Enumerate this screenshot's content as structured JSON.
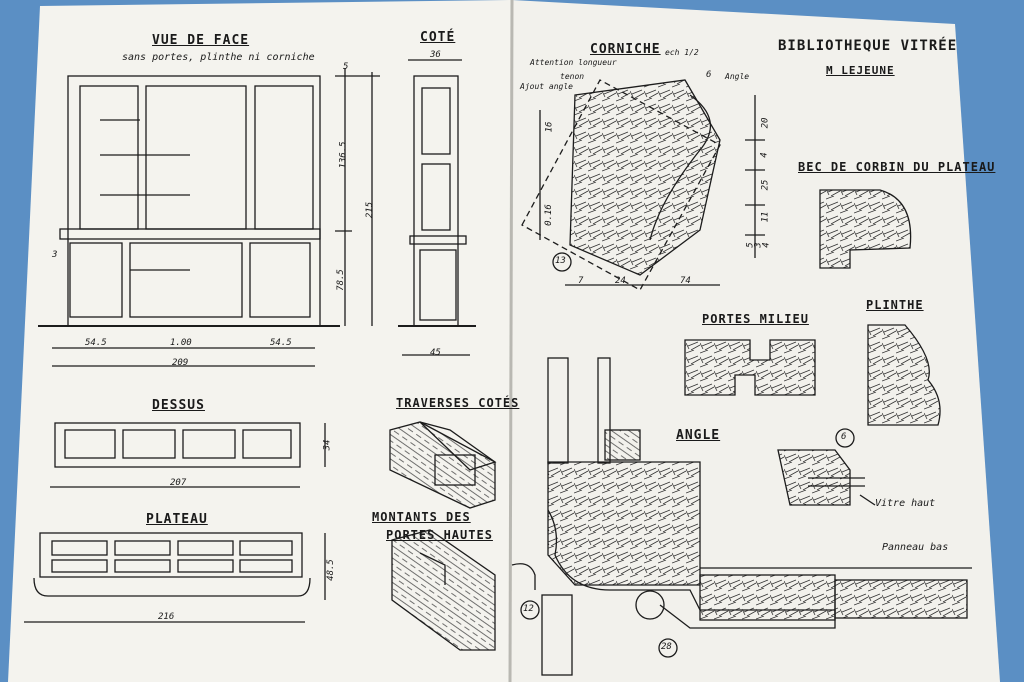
{
  "left_page": {
    "front_view": {
      "title": "VUE DE FACE",
      "subtitle": "sans portes, plinthe ni corniche",
      "dims": {
        "top": "5",
        "upper": "136.5",
        "total": "215",
        "lower": "78.5",
        "side_left": "3",
        "w_left": "54.5",
        "w_mid": "1.00",
        "w_right": "54.5",
        "w_total": "209"
      }
    },
    "side_view": {
      "title": "COTÉ",
      "dims": {
        "top": "36",
        "bottom": "45"
      }
    },
    "top_view": {
      "title": "DESSUS",
      "dims": {
        "depth": "34",
        "width": "207"
      }
    },
    "plateau": {
      "title": "PLATEAU",
      "dims": {
        "depth": "48.5",
        "width": "216"
      }
    },
    "side_rails": {
      "title": "TRAVERSES COTÉS"
    },
    "upper_stiles": {
      "title_line1": "MONTANTS DES",
      "title_line2": "PORTES HAUTES"
    }
  },
  "right_page": {
    "header": {
      "title": "BIBLIOTHEQUE VITRÉE",
      "author": "M LEJEUNE"
    },
    "cornice": {
      "title": "CORNICHE",
      "scale": "ech 1/2",
      "notes": {
        "n1": "Attention longueur",
        "n2": "tenon",
        "n3": "Ajout angle",
        "angle": "Angle"
      },
      "dims": {
        "a": "6",
        "b": "20",
        "c": "4",
        "d": "25",
        "e": "11",
        "f": "5",
        "g": "3",
        "h": "4",
        "i": "16",
        "j": "0.16",
        "k": "7",
        "l": "24",
        "m": "74"
      },
      "marker": "13"
    },
    "bec": {
      "title": "BEC DE CORBIN DU PLATEAU"
    },
    "doors": {
      "title": "PORTES MILIEU"
    },
    "plinth": {
      "title": "PLINTHE"
    },
    "angle": {
      "title": "ANGLE",
      "marker_6": "6",
      "marker_12": "12",
      "marker_28": "28",
      "note_glass": "Vitre haut",
      "note_panel": "Panneau bas"
    }
  }
}
